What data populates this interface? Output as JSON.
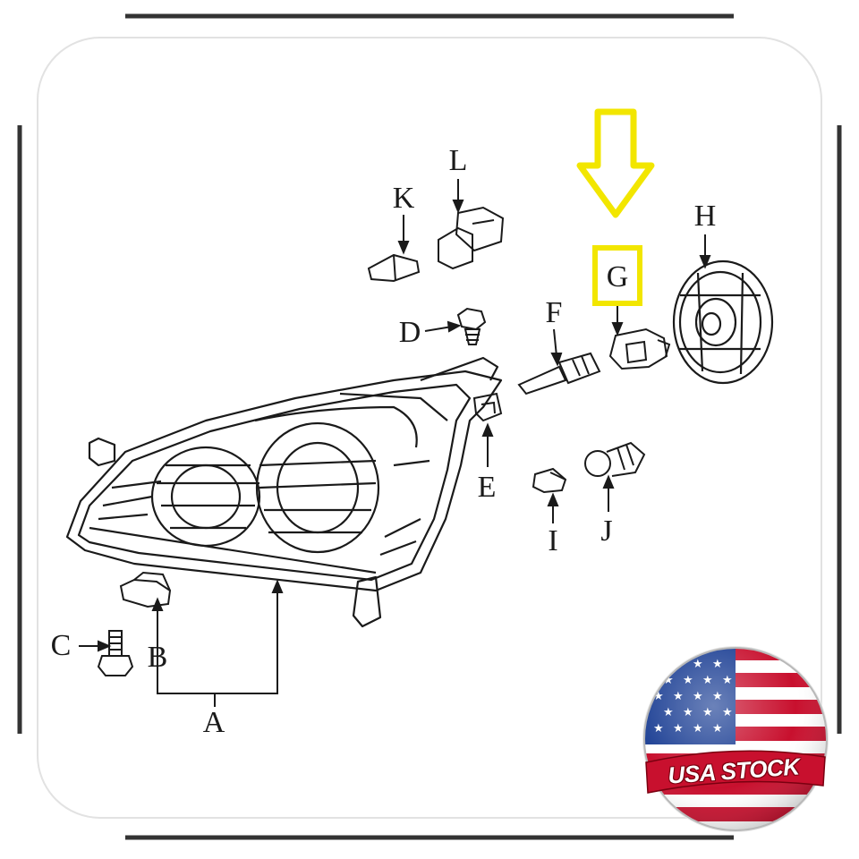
{
  "diagram": {
    "parts": [
      {
        "id": "A",
        "label": "A"
      },
      {
        "id": "B",
        "label": "B"
      },
      {
        "id": "C",
        "label": "C"
      },
      {
        "id": "D",
        "label": "D"
      },
      {
        "id": "E",
        "label": "E"
      },
      {
        "id": "F",
        "label": "F"
      },
      {
        "id": "G",
        "label": "G",
        "highlighted": true
      },
      {
        "id": "H",
        "label": "H"
      },
      {
        "id": "I",
        "label": "I"
      },
      {
        "id": "J",
        "label": "J"
      },
      {
        "id": "K",
        "label": "K"
      },
      {
        "id": "L",
        "label": "L"
      }
    ],
    "highlight_color": "#f2e600",
    "line_color": "#1a1a1a"
  },
  "badge": {
    "text": "USA STOCK",
    "colors": {
      "red": "#c8102e",
      "blue": "#1c3f94",
      "white": "#ffffff"
    }
  }
}
